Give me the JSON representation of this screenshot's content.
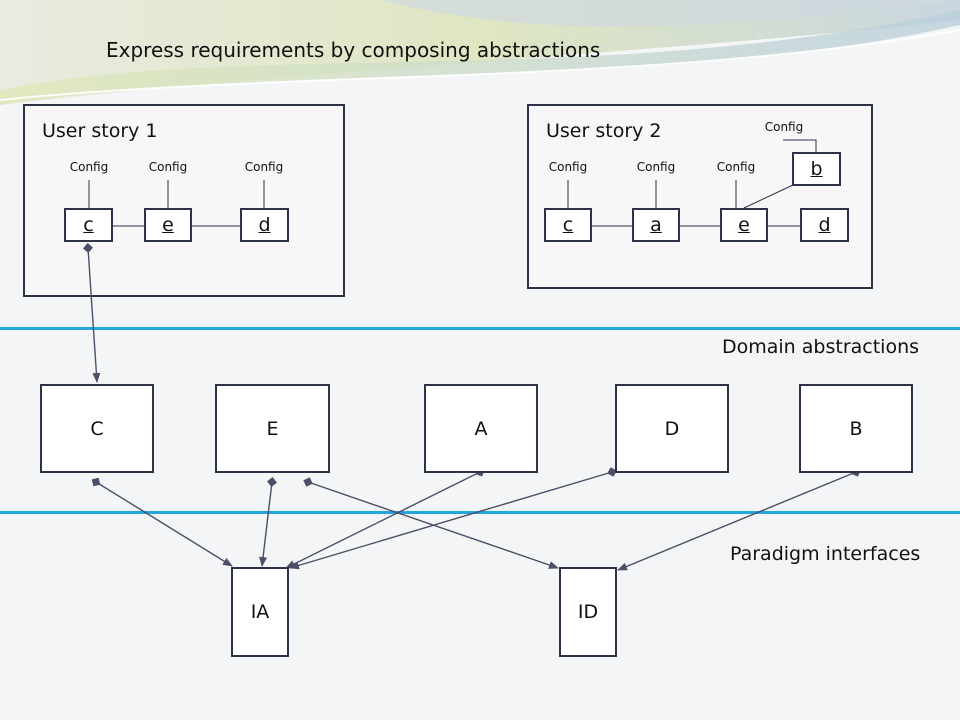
{
  "title": "Express requirements by composing abstractions",
  "stories": {
    "one": {
      "title": "User story 1",
      "config_label": "Config",
      "instances": [
        "c",
        "e",
        "d"
      ]
    },
    "two": {
      "title": "User story 2",
      "config_label": "Config",
      "instances": [
        "c",
        "a",
        "e",
        "d"
      ],
      "extra_instance": "b"
    }
  },
  "layers": {
    "domain": "Domain abstractions",
    "paradigm": "Paradigm interfaces"
  },
  "domain_abstractions": [
    "C",
    "E",
    "A",
    "D",
    "B"
  ],
  "paradigm_interfaces": [
    "IA",
    "ID"
  ],
  "colors": {
    "separator": "#22a6dc",
    "box_border": "#2e3348",
    "arrow": "#4a5068"
  }
}
